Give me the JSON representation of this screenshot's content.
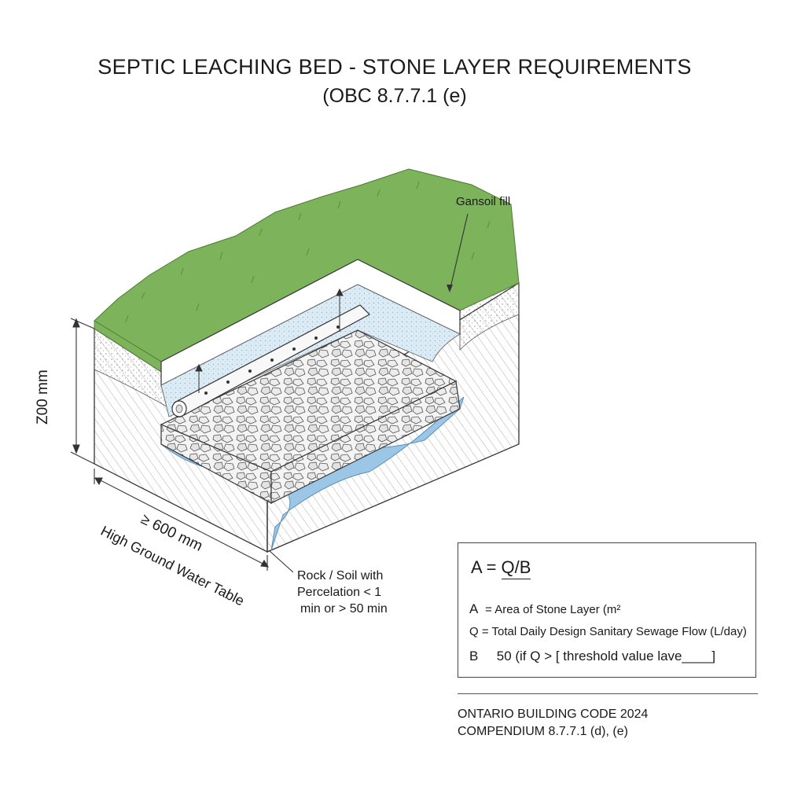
{
  "title": {
    "line1": "SEPTIC LEACHING BED - STONE LAYER REQUIREMENTS",
    "line2": "(OBC 8.7.7.1 (e)"
  },
  "labels": {
    "topsoil": "Gansoil fill",
    "depth": "Z00 mm",
    "width": "≥ 600 mm",
    "water_table": "High Ground Water Table",
    "rock_line1": "Rock / Soil with",
    "rock_line2": "Percelation < 1",
    "rock_line3": "min or > 50 min"
  },
  "formula": {
    "lhs": "A = ",
    "rhs": "Q/B",
    "defs": [
      {
        "sym": "A",
        "text": "= Area of Stone Layer (m²"
      },
      {
        "sym": "Q",
        "text": "= Total Daily Design Sanitary Sewage Flow (L/day)"
      },
      {
        "sym": "B",
        "text": "50 (if Q > [ threshold value lave____]"
      }
    ]
  },
  "footer": {
    "line1": "ONTARIO BUILDING CODE 2024",
    "line2": "COMPENDIUM 8.7.7.1 (d), (e)"
  },
  "colors": {
    "grass": "#7db35a",
    "water": "#9cc6e6",
    "sand": "#dcecf7",
    "line": "#333333"
  }
}
